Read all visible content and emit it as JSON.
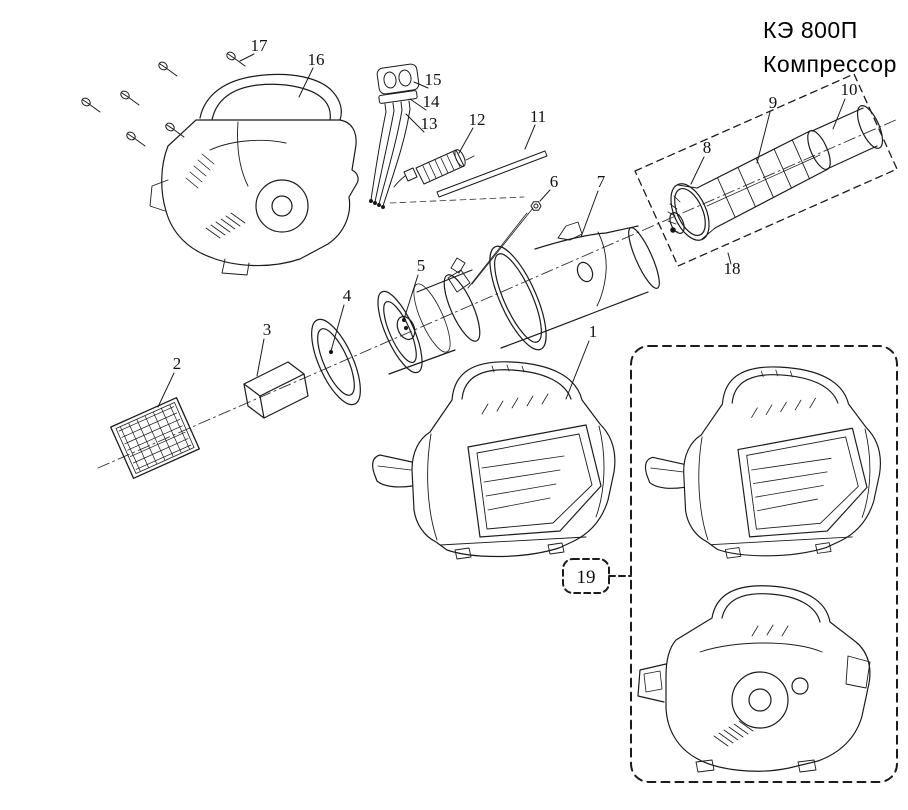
{
  "title": {
    "model": "КЭ 800П",
    "product": "Компрессор"
  },
  "parts": [
    "1",
    "2",
    "3",
    "4",
    "5",
    "6",
    "7",
    "8",
    "9",
    "10",
    "11",
    "12",
    "13",
    "14",
    "15",
    "16",
    "17",
    "18",
    "19"
  ],
  "colors": {
    "ink": "#1b1b1b",
    "background": "#ffffff"
  }
}
